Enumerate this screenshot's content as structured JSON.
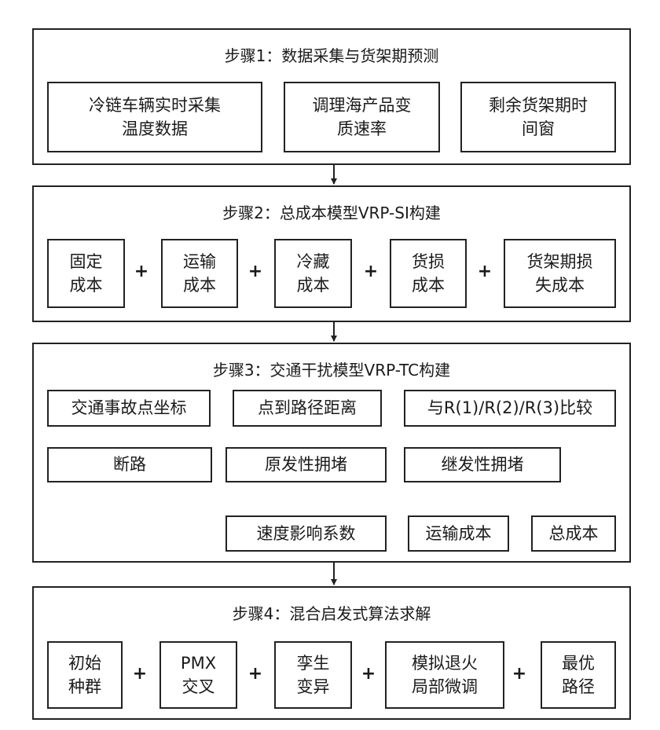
{
  "step1": {
    "title": "步骤1：数据采集与货架期预测",
    "nodes": [
      "冷链车辆实时采集\n温度数据",
      "调理海产品变\n质速率",
      "剩余货架期时\n间窗"
    ]
  },
  "step2": {
    "title": "步骤2：总成本模型VRP-SI构建",
    "nodes": [
      "固定\n成本",
      "运输\n成本",
      "冷藏\n成本",
      "货损\n成本",
      "货架期损\n失成本"
    ],
    "op": "+"
  },
  "step3": {
    "title": "步骤3：交通干扰模型VRP-TC构建",
    "row1": [
      "交通事故点坐标",
      "点到路径距离",
      "与R(1)/R(2)/R(3)比较"
    ],
    "row2": [
      "断路",
      "原发性拥堵",
      "继发性拥堵"
    ],
    "row3": [
      "速度影响系数",
      "运输成本",
      "总成本"
    ]
  },
  "step4": {
    "title": "步骤4：混合启发式算法求解",
    "nodes": [
      "初始\n种群",
      "PMX\n交叉",
      "孪生\n变异",
      "模拟退火\n局部微调",
      "最优\n路径"
    ],
    "op": "+"
  }
}
